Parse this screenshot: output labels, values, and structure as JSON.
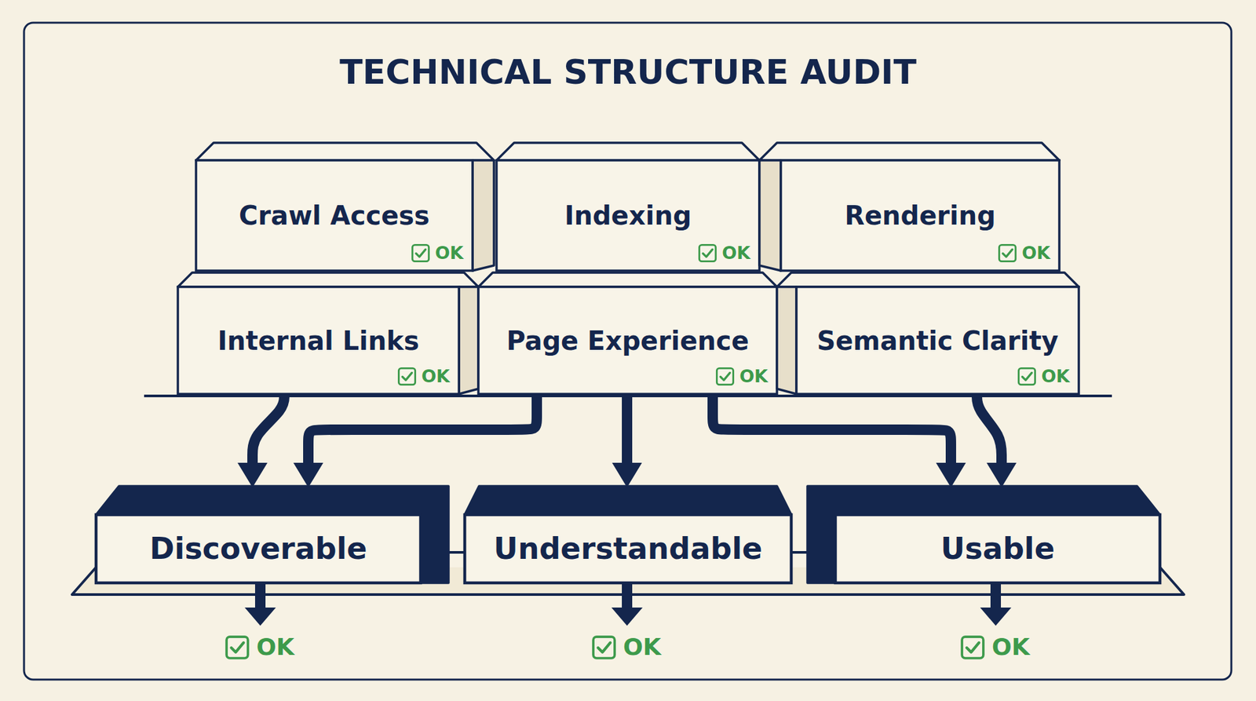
{
  "diagram": {
    "title": "TECHNICAL STRUCTURE AUDIT",
    "nodes": [
      {
        "text": [
          "Crawl Access",
          "OK"
        ]
      },
      {
        "text": [
          "Indexing",
          "OK"
        ]
      },
      {
        "text": [
          "Rendering",
          "OK"
        ]
      },
      {
        "text": [
          "Internal Links",
          "OK"
        ]
      },
      {
        "text": [
          "Page Experience",
          "OK"
        ]
      },
      {
        "text": [
          "Semantic Clarity",
          "OK"
        ]
      },
      {
        "text": [
          "Discoverable"
        ]
      },
      {
        "text": [
          "Understandable"
        ]
      },
      {
        "text": [
          "Usable"
        ]
      }
    ],
    "edges": [
      {
        "from": 3,
        "to": 6,
        "arrow": "to"
      },
      {
        "from": 4,
        "to": 6,
        "arrow": "to"
      },
      {
        "from": 4,
        "to": 7,
        "arrow": "to"
      },
      {
        "from": 4,
        "to": 8,
        "arrow": "to"
      },
      {
        "from": 5,
        "to": 8,
        "arrow": "to"
      }
    ],
    "labels": [
      "OK",
      "OK",
      "OK"
    ]
  }
}
